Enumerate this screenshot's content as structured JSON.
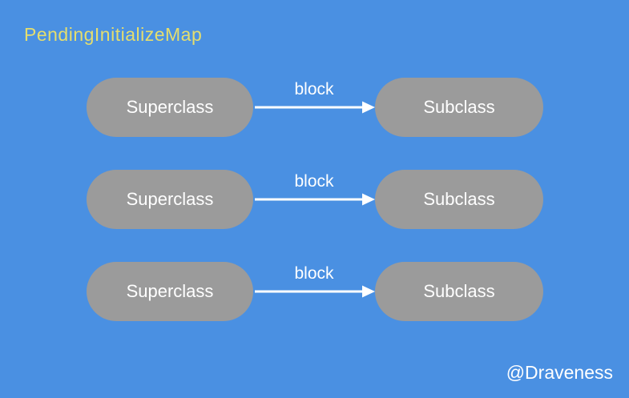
{
  "page": {
    "title": "PendingInitializeMap",
    "watermark": "@Draveness"
  },
  "colors": {
    "background": "#4a90e2",
    "node_fill": "#9b9b9b",
    "node_text": "#ffffff",
    "title_text": "#e5de6e",
    "arrow": "#ffffff"
  },
  "diagram": {
    "rows": [
      {
        "source": "Superclass",
        "edge_label": "block",
        "target": "Subclass"
      },
      {
        "source": "Superclass",
        "edge_label": "block",
        "target": "Subclass"
      },
      {
        "source": "Superclass",
        "edge_label": "block",
        "target": "Subclass"
      }
    ]
  }
}
